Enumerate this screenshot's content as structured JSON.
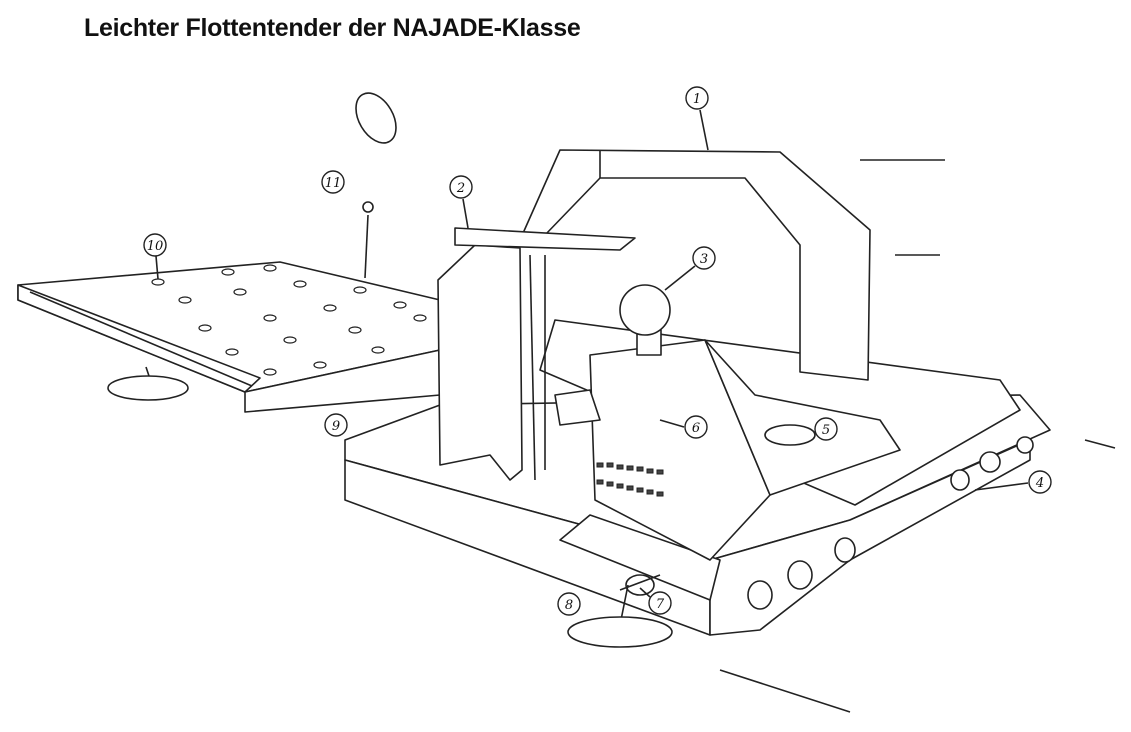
{
  "title": "Leichter Flottentender der NAJADE-Klasse",
  "callouts": [
    "1",
    "2",
    "3",
    "4",
    "5",
    "6",
    "7",
    "8",
    "9",
    "10",
    "11"
  ]
}
